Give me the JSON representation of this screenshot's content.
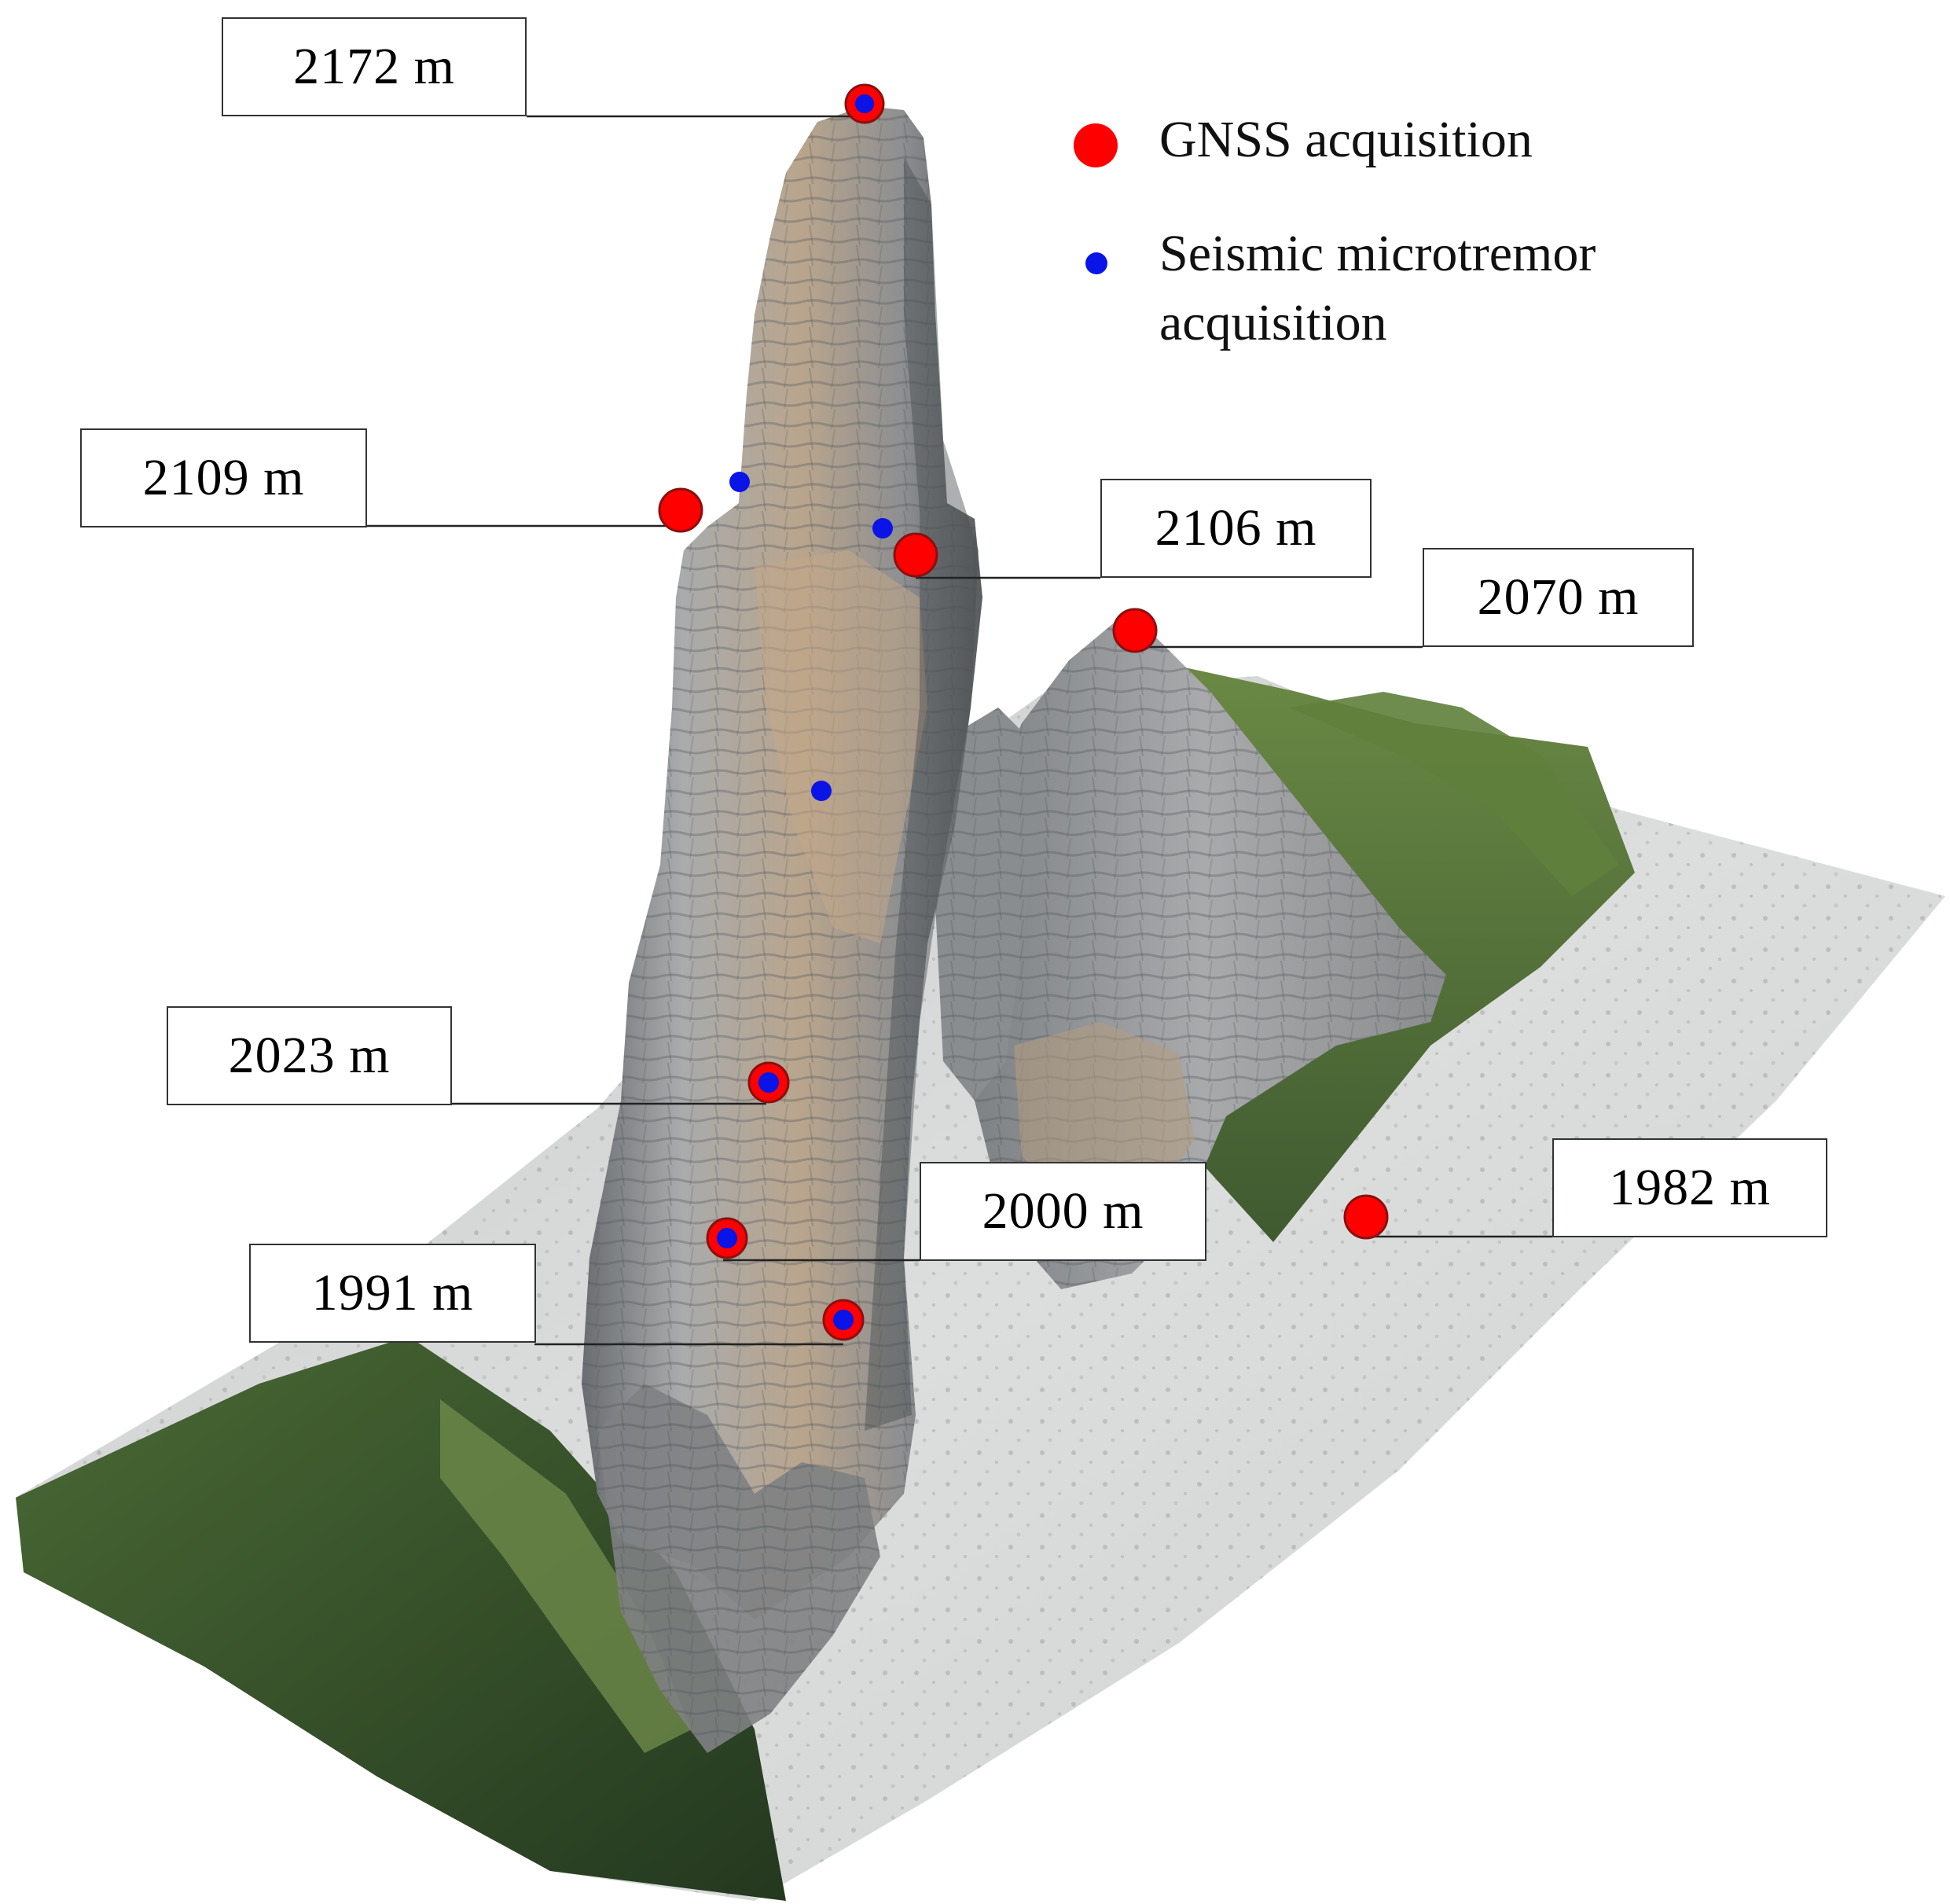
{
  "legend": {
    "gnss_label": "GNSS acquisition",
    "seismic_label_line1": "Seismic microtremor",
    "seismic_label_line2": "acquisition",
    "gnss_color": "#ff0000",
    "seismic_color": "#0a14e6"
  },
  "elevations": {
    "e2172": "2172 m",
    "e2109": "2109 m",
    "e2106": "2106 m",
    "e2070": "2070 m",
    "e2023": "2023 m",
    "e2000": "2000 m",
    "e1991": "1991 m",
    "e1982": "1982 m"
  },
  "colors": {
    "rock_light": "#b7b9b9",
    "rock_mid": "#8e9091",
    "rock_dark": "#5c5f61",
    "rock_ochre": "#b49a7c",
    "scree": "#d8dada",
    "grass": "#5f7a3e",
    "forest": "#2f4a2a"
  }
}
